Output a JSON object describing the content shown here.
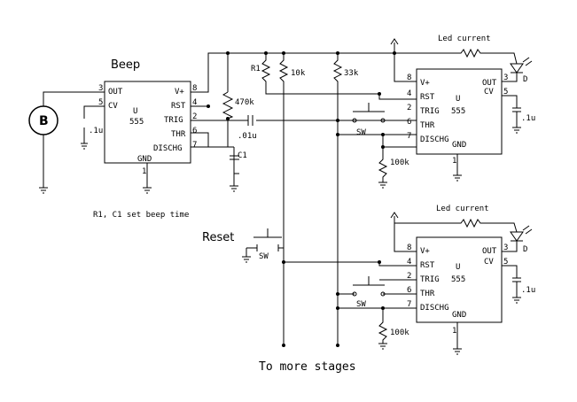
{
  "beep_chip": {
    "title": "Beep",
    "ref": "U",
    "part": "555",
    "pins": {
      "out": "OUT",
      "cv": "CV",
      "vplus": "V+",
      "rst": "RST",
      "trig": "TRIG",
      "thr": "THR",
      "dischg": "DISCHG",
      "gnd": "GND"
    },
    "pin_numbers": {
      "out": "3",
      "cv": "5",
      "vplus": "8",
      "rst": "4",
      "trig": "2",
      "thr": "6",
      "dischg": "7",
      "gnd": "1"
    }
  },
  "beeper_symbol": "B",
  "beep_components": {
    "cv_cap": ".1u",
    "timing_res": "470k",
    "coupling_cap": ".01u",
    "timing_cap": "C1",
    "note": "R1, C1 set beep time"
  },
  "pullups": {
    "r1": "R1",
    "r2": "10k",
    "r3": "33k"
  },
  "reset_switch": {
    "label": "Reset",
    "sw": "SW"
  },
  "stage1": {
    "ref": "U",
    "part": "555",
    "led_label": "Led current",
    "led": "D",
    "pins": {
      "vplus": "V+",
      "rst": "RST",
      "trig": "TRIG",
      "thr": "THR",
      "dischg": "DISCHG",
      "out": "OUT",
      "cv": "CV",
      "gnd": "GND"
    },
    "pin_numbers": {
      "vplus": "8",
      "rst": "4",
      "trig": "2",
      "thr": "6",
      "dischg": "7",
      "out": "3",
      "cv": "5",
      "gnd": "1"
    },
    "cap": ".1u",
    "res": "100k",
    "sw": "SW"
  },
  "stage2": {
    "ref": "U",
    "part": "555",
    "led_label": "Led current",
    "led": "D",
    "pins": {
      "vplus": "V+",
      "rst": "RST",
      "trig": "TRIG",
      "thr": "THR",
      "dischg": "DISCHG",
      "out": "OUT",
      "cv": "CV",
      "gnd": "GND"
    },
    "pin_numbers": {
      "vplus": "8",
      "rst": "4",
      "trig": "2",
      "thr": "6",
      "dischg": "7",
      "out": "3",
      "cv": "5",
      "gnd": "1"
    },
    "cap": ".1u",
    "res": "100k",
    "sw": "SW"
  },
  "footer": "To more stages"
}
